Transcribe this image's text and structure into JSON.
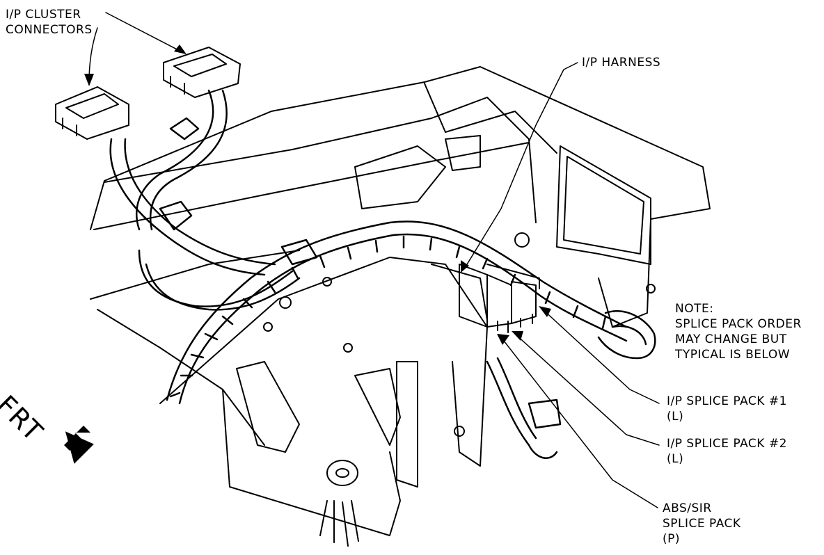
{
  "labels": {
    "ip_cluster_connectors": [
      "I/P CLUSTER",
      "CONNECTORS"
    ],
    "ip_harness": "I/P HARNESS",
    "note": [
      "NOTE:",
      "SPLICE PACK ORDER",
      "MAY CHANGE BUT",
      "TYPICAL IS BELOW"
    ],
    "splice_pack_1": [
      "I/P SPLICE PACK #1",
      "(L)"
    ],
    "splice_pack_2": [
      "I/P SPLICE PACK #2",
      "(L)"
    ],
    "abs_sir": [
      "ABS/SIR",
      "SPLICE PACK",
      "(P)"
    ],
    "front_arrow": "FRT"
  },
  "colors": {
    "line": "#000000",
    "background": "#ffffff"
  }
}
